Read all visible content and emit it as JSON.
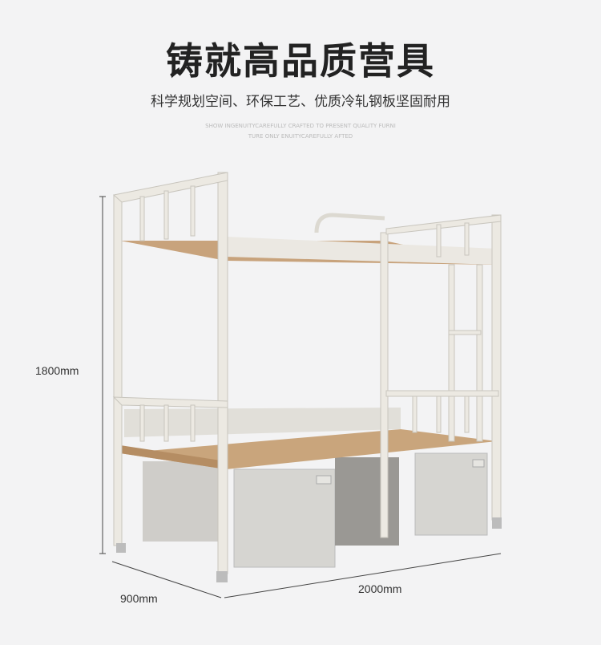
{
  "title": "铸就高品质营具",
  "subtitle": "科学规划空间、环保工艺、优质冷轧钢板坚固耐用",
  "english_tagline": [
    "SHOW INGENUITYCAREFULLY CRAFTED TO PRESENT QUALITY FURNI",
    "TURE ONLY ENUITYCAREFULLY AFTED"
  ],
  "dimensions": {
    "height": "1800mm",
    "depth": "900mm",
    "length": "2000mm"
  },
  "colors": {
    "frame": "#e9e6df",
    "wood": "#c9a57c",
    "cabinet": "#d4d3cf"
  }
}
